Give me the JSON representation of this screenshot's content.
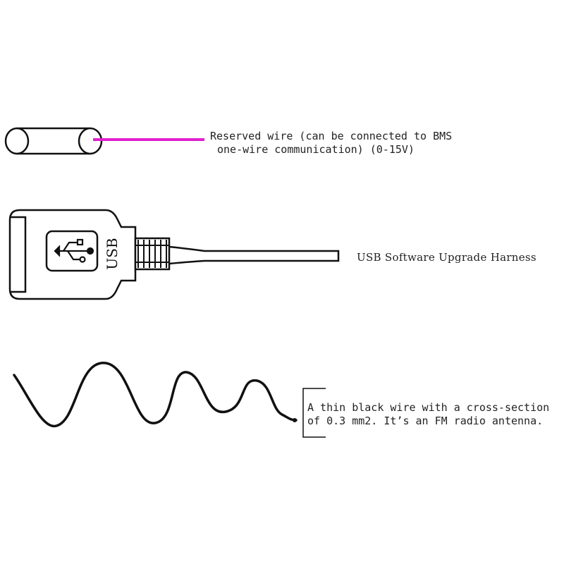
{
  "diagram": {
    "reserved_wire": {
      "line1": "Reserved wire (can be connected to BMS",
      "line2": "one-wire communication) (0-15V)",
      "wire_color": "#e020d0"
    },
    "usb_harness": {
      "label": "USB Software Upgrade Harness",
      "connector_text": "USB"
    },
    "antenna": {
      "line1": "A thin black wire with a cross-section",
      "line2": "of 0.3 mm2. It’s an FM radio antenna."
    },
    "colors": {
      "stroke": "#111111",
      "background": "#ffffff"
    }
  }
}
